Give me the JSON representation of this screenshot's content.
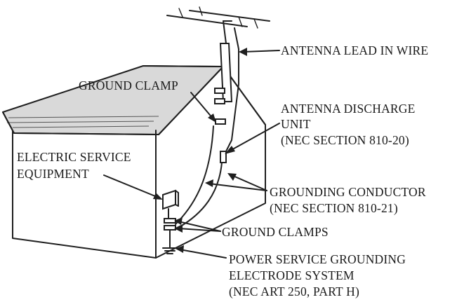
{
  "labels": {
    "antenna_lead_in_wire": "ANTENNA LEAD IN WIRE",
    "ground_clamp": "GROUND  CLAMP",
    "antenna_discharge_unit_l1": "ANTENNA DISCHARGE",
    "antenna_discharge_unit_l2": "UNIT",
    "antenna_discharge_unit_l3": "(NEC SECTION 810-20)",
    "electric_service_l1": "ELECTRIC SERVICE",
    "electric_service_l2": "EQUIPMENT",
    "grounding_conductor_l1": "GROUNDING CONDUCTOR",
    "grounding_conductor_l2": "(NEC SECTION 810-21)",
    "ground_clamps": "GROUND CLAMPS",
    "power_service_l1": "POWER SERVICE GROUNDING",
    "power_service_l2": "ELECTRODE SYSTEM",
    "power_service_l3": "(NEC ART 250, PART H)"
  }
}
